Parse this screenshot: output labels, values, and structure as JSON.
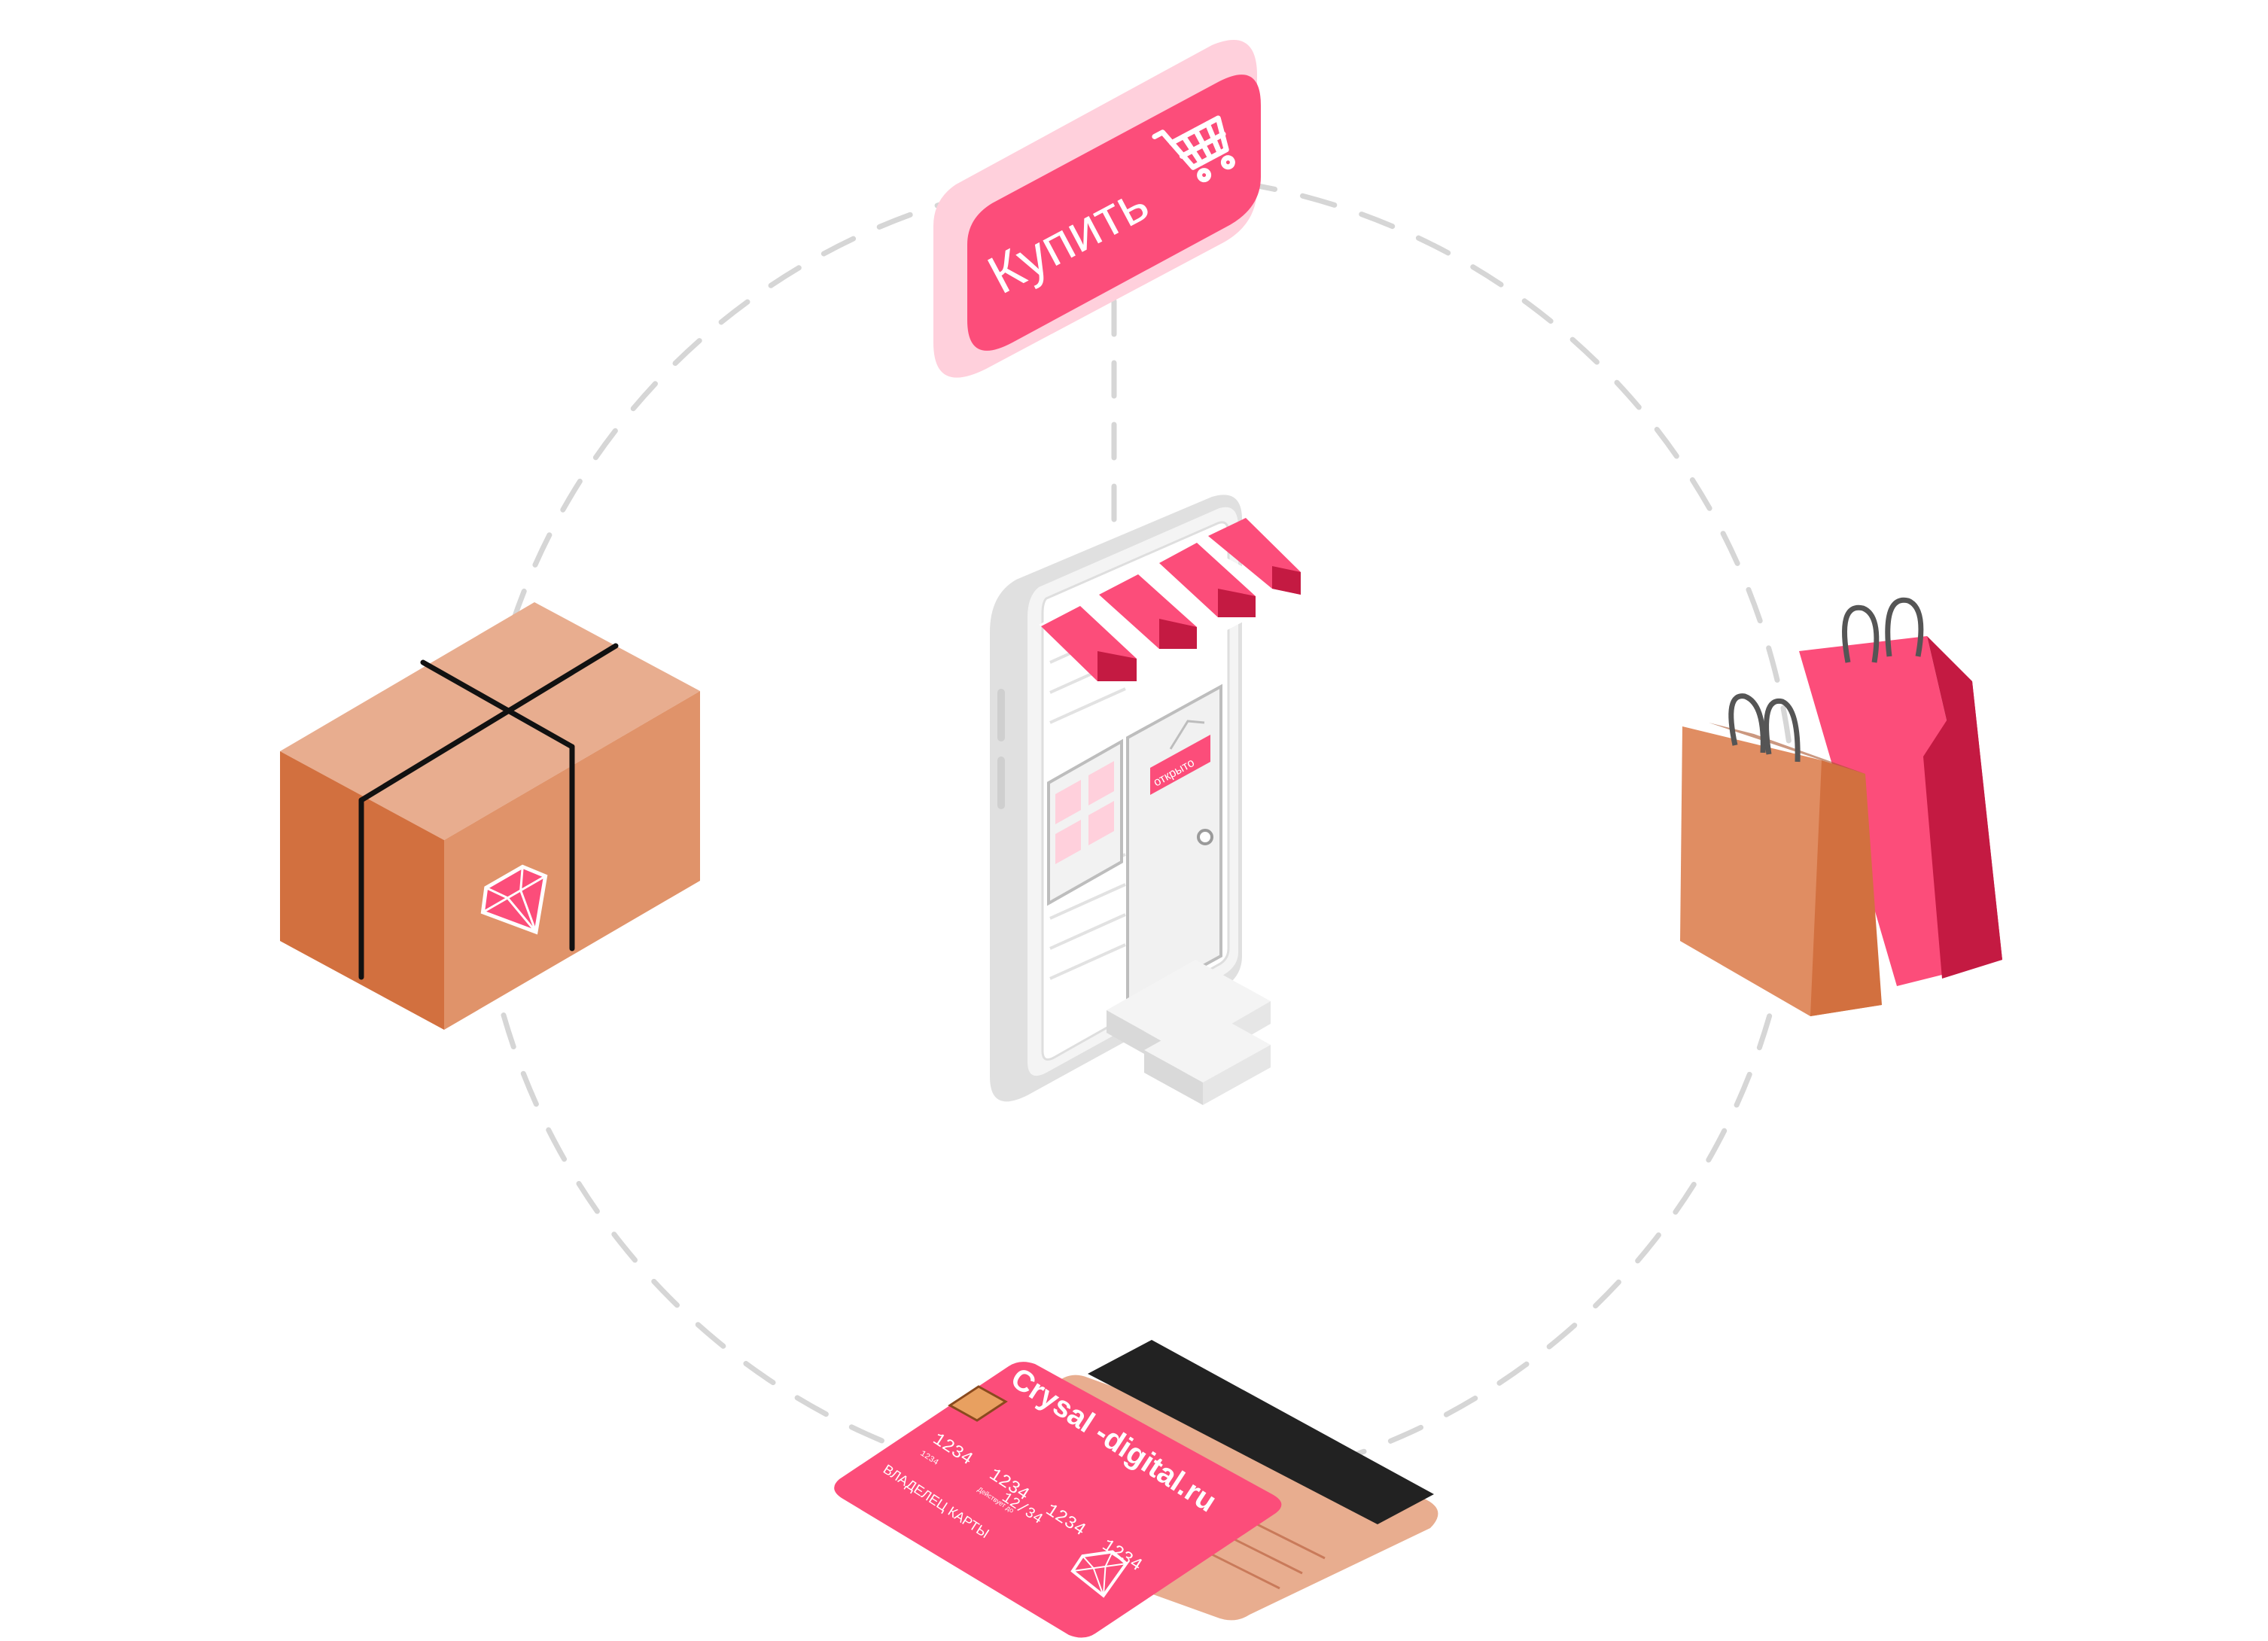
{
  "buy_button": {
    "label": "Купить",
    "icon": "shopping-cart-icon"
  },
  "store_sign": {
    "label": "открыто"
  },
  "card": {
    "brand": "Crysal -digital.ru",
    "number_groups": [
      "1234",
      "1234",
      "1234",
      "1234"
    ],
    "small_number": "1234",
    "valid_caption": "Действует до",
    "expiry": "12/34",
    "holder": "ВЛАДЕЛЕЦ КАРТЫ",
    "logo_icon": "diamond-icon"
  },
  "nodes": [
    {
      "id": "buy",
      "icon": "buy-button-icon"
    },
    {
      "id": "bags",
      "icon": "shopping-bags-icon"
    },
    {
      "id": "card",
      "icon": "bank-card-icon"
    },
    {
      "id": "box",
      "icon": "parcel-box-icon"
    }
  ],
  "colors": {
    "pink": "#fc4d7a",
    "pink_light": "#ffd0dc",
    "crimson": "#c41a42",
    "kraft": "#e3a07d",
    "kraft_dark": "#d2703f",
    "gray": "#e6e6e6",
    "dash": "#d6d6d6"
  }
}
